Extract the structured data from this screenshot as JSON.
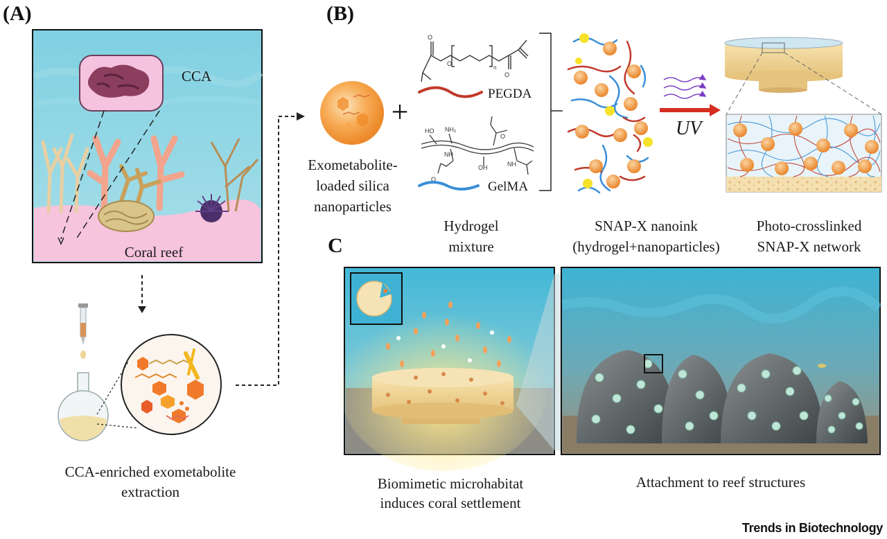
{
  "panels": {
    "a": {
      "letter": "(A)",
      "cca_label": "CCA",
      "reef_label": "Coral reef",
      "extraction_caption": "CCA-enriched exometabolite extraction"
    },
    "b": {
      "letter": "(B)",
      "nanoparticle_caption": "Exometabolite-loaded silica nanoparticles",
      "plus": "+",
      "pegda_label": "PEGDA",
      "gelma_label": "GelMA",
      "n_subscript": "n",
      "uv_label": "UV",
      "chem_labels": {
        "o1": "O",
        "o2": "O",
        "o3": "O",
        "ho": "HO",
        "nh2": "NH₂",
        "oh": "OH",
        "nh1": "NH",
        "nh2b": "NH",
        "o4": "O",
        "o5": "O"
      },
      "captions": {
        "hydrogel_line1": "Hydrogel",
        "hydrogel_line2": "mixture",
        "nanoink_line1": "SNAP-X nanoink",
        "nanoink_line2": "(hydrogel+nanoparticles)",
        "network_line1": "Photo-crosslinked",
        "network_line2": "SNAP-X network"
      }
    },
    "c": {
      "letter": "C",
      "left_caption_line1": "Biomimetic microhabitat",
      "left_caption_line2": "induces coral settlement",
      "right_caption": "Attachment to reef structures"
    }
  },
  "footer": "Trends in Biotechnology",
  "colors": {
    "ocean": "#8fd3e0",
    "ocean_deep": "#3fa9c6",
    "reef_floor": "#f5c3dc",
    "nanoparticle": "#f39a3b",
    "pegda": "#c0392b",
    "gelma": "#3a8fd8",
    "uv_arrow": "#d62d20",
    "uv_waves": "#7b3fc4",
    "hydrogel": "#f2dca4"
  }
}
